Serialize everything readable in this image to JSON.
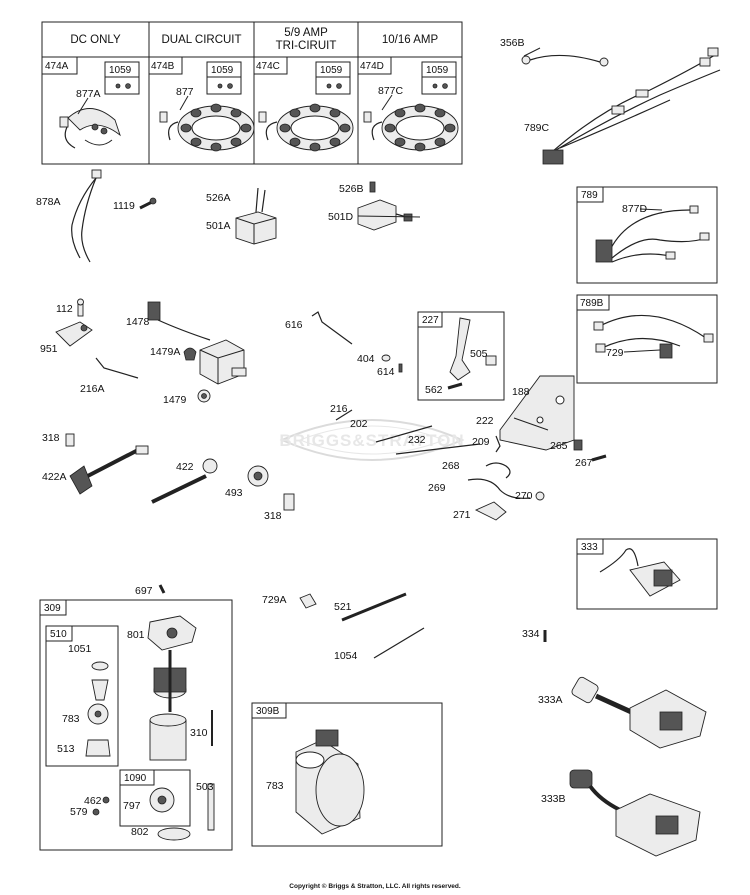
{
  "stator_table": {
    "headers": [
      "DC ONLY",
      "DUAL CIRCUIT",
      "5/9    AMP\nTRI-CIRUIT",
      "10/16 AMP"
    ],
    "kit_ids": [
      "474A",
      "474B",
      "474C",
      "474D"
    ],
    "sub_ids": [
      "1059",
      "1059",
      "1059",
      "1059"
    ],
    "parts": [
      "877A",
      "877",
      "",
      "877C"
    ]
  },
  "boxes": {
    "b789": "789",
    "b789b": "789B",
    "b227": "227",
    "b333": "333",
    "b309": "309",
    "b510": "510",
    "b1090": "1090",
    "b309b": "309B"
  },
  "labels": {
    "p356b": "356B",
    "p789c": "789C",
    "p878a": "878A",
    "p1119": "1119",
    "p526a": "526A",
    "p501a": "501A",
    "p526b": "526B",
    "p501d": "501D",
    "p877d": "877D",
    "p729": "729",
    "p112": "112",
    "p951": "951",
    "p1478": "1478",
    "p1479a": "1479A",
    "p216a": "216A",
    "p1479": "1479",
    "p616": "616",
    "p404": "404",
    "p614": "614",
    "p505": "505",
    "p562": "562",
    "p188": "188",
    "p216": "216",
    "p202": "202",
    "p222": "222",
    "p232": "232",
    "p209": "209",
    "p265": "265",
    "p267": "267",
    "p268": "268",
    "p269": "269",
    "p270": "270",
    "p271": "271",
    "p318a": "318",
    "p422a": "422A",
    "p422": "422",
    "p493": "493",
    "p318b": "318",
    "p697": "697",
    "p729a": "729A",
    "p521": "521",
    "p334": "334",
    "p801": "801",
    "p1051": "1051",
    "p783a": "783",
    "p513": "513",
    "p310": "310",
    "p1054": "1054",
    "p333a": "333A",
    "p783b": "783",
    "p462": "462",
    "p579": "579",
    "p797": "797",
    "p503": "503",
    "p802": "802",
    "p333b": "333B"
  },
  "watermark": "BRIGGS&STRATTON",
  "copyright": "Copyright © Briggs & Stratton, LLC. All rights reserved."
}
